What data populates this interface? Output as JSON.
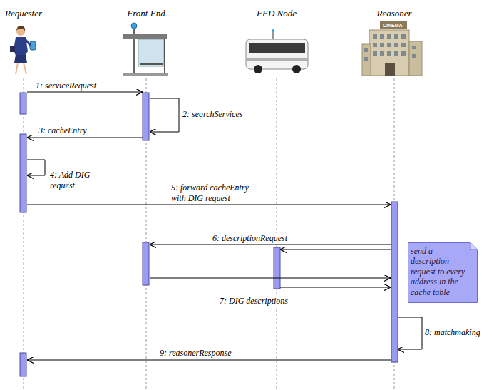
{
  "diagram": {
    "nodes": [
      {
        "text": [
          "Requester"
        ]
      },
      {
        "text": [
          "Front End"
        ]
      },
      {
        "text": [
          "FFD Node"
        ]
      },
      {
        "text": [
          "Reasoner"
        ]
      },
      {
        "text": [
          "send a description request to every address in the cache table"
        ]
      }
    ],
    "edges": [
      {
        "from": 0,
        "to": 1,
        "arrow": "to",
        "label": "1: serviceRequest"
      },
      {
        "from": 1,
        "to": 1,
        "arrow": "to",
        "label": "2: searchServices"
      },
      {
        "from": 1,
        "to": 0,
        "arrow": "to",
        "label": "3: cacheEntry"
      },
      {
        "from": 0,
        "to": 0,
        "arrow": "to",
        "label": "4: Add DIG request"
      },
      {
        "from": 0,
        "to": 3,
        "arrow": "to",
        "label": "5: forward cacheEntry with DIG request"
      },
      {
        "from": 3,
        "to": 1,
        "arrow": "to",
        "label": "6: descriptionRequest"
      },
      {
        "from": 3,
        "to": 2,
        "arrow": "to"
      },
      {
        "from": 1,
        "to": 3,
        "arrow": "to"
      },
      {
        "from": 2,
        "to": 3,
        "arrow": "to",
        "label": "7: DIG descriptions"
      },
      {
        "from": 3,
        "to": 3,
        "arrow": "to",
        "label": "8: matchmaking"
      },
      {
        "from": 3,
        "to": 0,
        "arrow": "to",
        "label": "9: reasonerResponse"
      }
    ],
    "labels": [
      "CINEMA"
    ]
  }
}
